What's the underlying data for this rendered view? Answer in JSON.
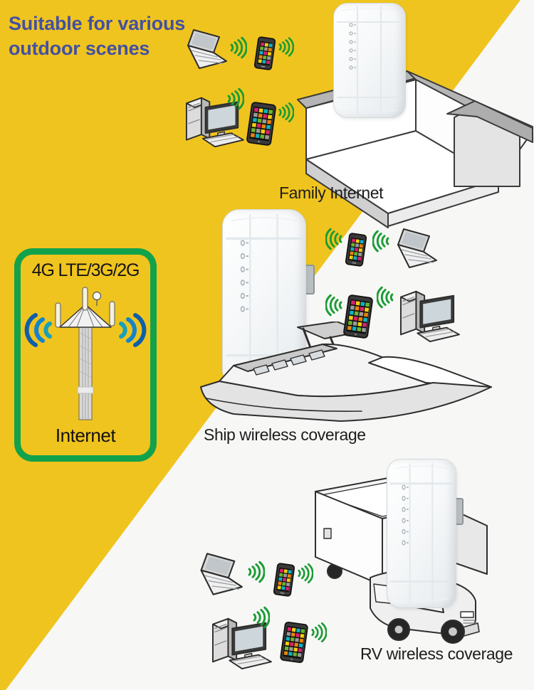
{
  "colors": {
    "bg": "#f7f7f6",
    "yellow": "#f0c41e",
    "title": "#4350a2",
    "caption": "#1d1d1d",
    "green_border": "#12a24b",
    "wifi_green": "#1a9c33",
    "signal_teal": "#18a0ba",
    "signal_blue_mid": "#1583cc",
    "signal_blue_outer": "#0e5fa8",
    "app_icon_palette": [
      "#d6246e",
      "#f0cf10",
      "#12b0c4",
      "#6db52e",
      "#9a9a9a",
      "#e8830c"
    ]
  },
  "title": {
    "line1": "Suitable for various",
    "line2": "outdoor scenes"
  },
  "internet_box": {
    "network": "4G LTE/3G/2G",
    "caption": "Internet"
  },
  "scenes": [
    {
      "id": "family-internet",
      "caption": "Family Internet",
      "illustration": "house",
      "client_devices": [
        "laptop",
        "smartphone",
        "desktop-computer",
        "tablet"
      ]
    },
    {
      "id": "ship-wireless-coverage",
      "caption": "Ship wireless coverage",
      "illustration": "boat",
      "client_devices": [
        "smartphone",
        "laptop",
        "tablet",
        "desktop-computer"
      ]
    },
    {
      "id": "rv-wireless-coverage",
      "caption": "RV wireless coverage",
      "illustration": "rv-truck",
      "client_devices": [
        "laptop",
        "smartphone",
        "desktop-computer",
        "tablet"
      ]
    }
  ]
}
